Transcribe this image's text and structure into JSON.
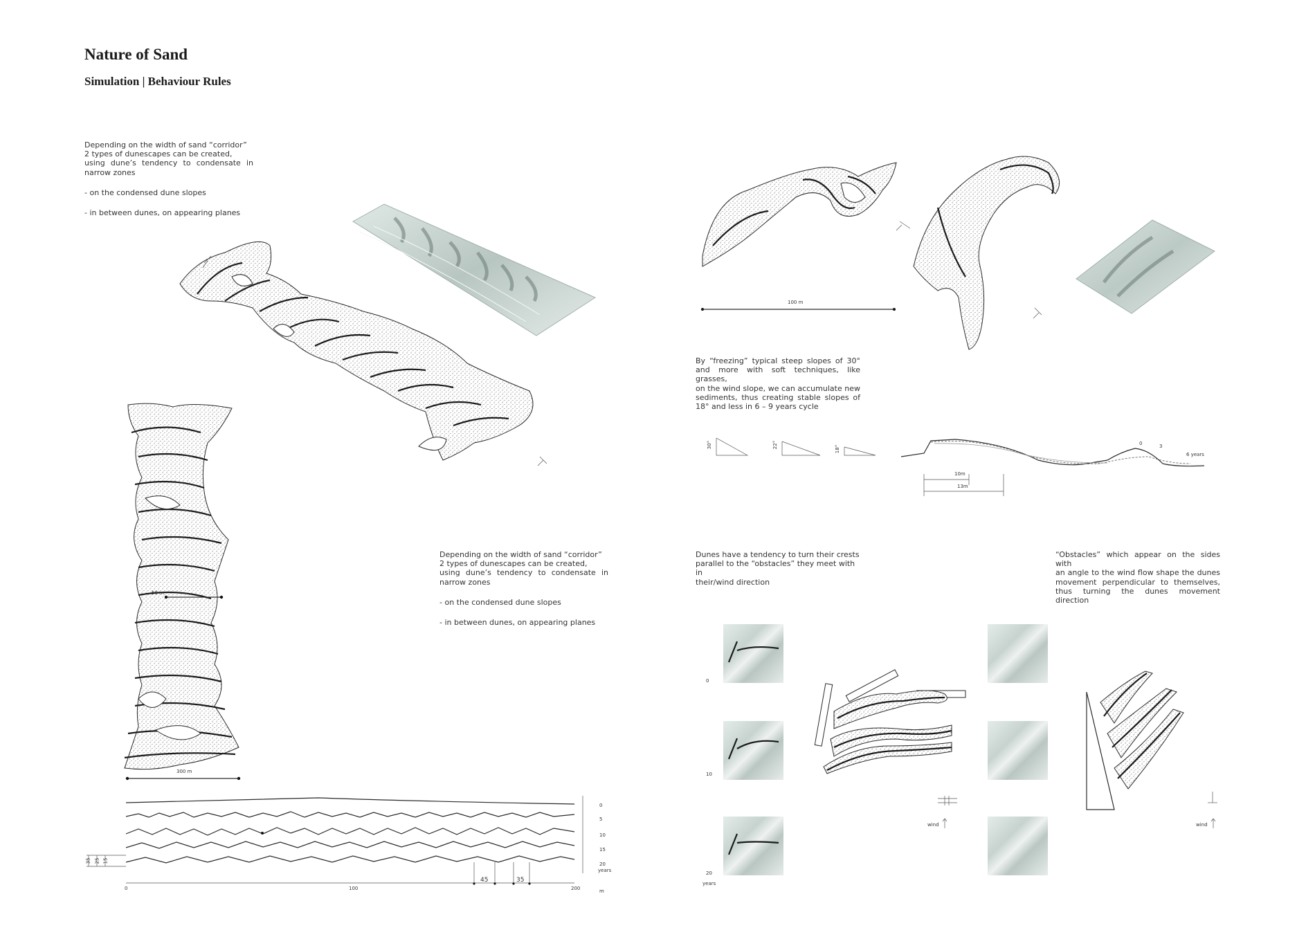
{
  "header": {
    "title": "Nature of Sand",
    "subtitle": "Simulation | Behaviour Rules"
  },
  "text_left": {
    "lines": [
      "Depending on the width of sand “corridor”",
      "2 types of dunescapes can be created,",
      "using dune’s tendency to condensate in",
      "narrow zones"
    ],
    "bullet1": "- on the condensed dune slopes",
    "bullet2": "- in between dunes, on appearing planes"
  },
  "text_middle": {
    "lines": [
      "Depending on the width of sand “corridor”",
      "2 types of dunescapes can be created,",
      "using dune’s tendency to condensate in",
      "narrow zones"
    ],
    "bullet1": "- on the condensed dune slopes",
    "bullet2": "- in between dunes, on appearing planes"
  },
  "text_freezing": {
    "lines": [
      "By “freezing” typical steep slopes of 30°",
      "and more with soft techniques, like grasses,",
      "on the wind slope, we can accumulate new",
      "sediments, thus creating stable slopes of",
      "18° and less in 6 – 9 years cycle"
    ]
  },
  "text_crests": {
    "lines": [
      "Dunes have a tendency to turn their crests",
      "parallel to the “obstacles” they meet with in",
      "their/wind direction"
    ]
  },
  "text_obstacles": {
    "lines": [
      "“Obstacles” which appear on the sides with",
      "an angle to the wind flow shape the dunes",
      "movement perpendicular to themselves,",
      "thus turning the dunes movement direction"
    ]
  },
  "labels": {
    "scale_300": "300 m",
    "scale_50": "50 m",
    "scale_100": "100 m",
    "angle_30": "30°",
    "angle_22": "22°",
    "angle_18": "18°",
    "section_10m": "10m",
    "section_13m": "13m",
    "section_0": "0",
    "section_3": "3",
    "section_6years": "6 years",
    "year_0": "0",
    "year_10": "10",
    "year_20": "20",
    "years": "years",
    "wind_1": "wind",
    "wind_2": "wind",
    "profile_0": "0",
    "profile_5": "5",
    "profile_10": "10",
    "profile_15": "15",
    "profile_20": "20",
    "profile_years": "years",
    "profile_m": "m",
    "profile_x0": "0",
    "profile_x100": "100",
    "profile_x200": "200",
    "dim_45": "45",
    "dim_35": "35",
    "side_35": "35",
    "side_25": "25",
    "side_15": "15"
  }
}
